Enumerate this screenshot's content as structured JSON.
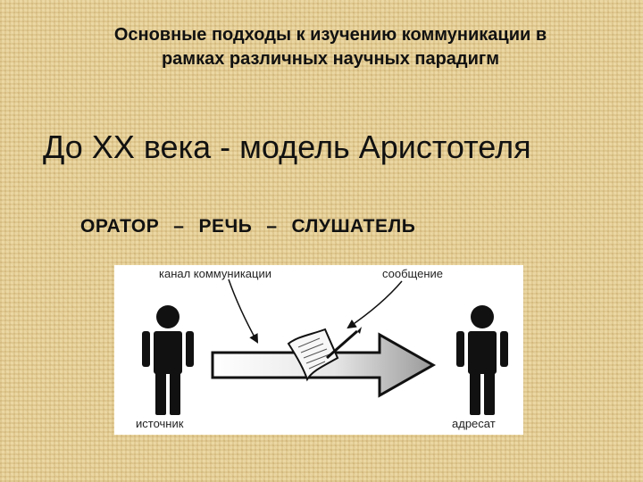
{
  "slide": {
    "title_line1": "Основные подходы к изучению коммуникации в",
    "title_line2": "рамках различных научных парадигм",
    "heading": "До XX века - модель Аристотеля",
    "chain": {
      "orator": "ОРАТОР",
      "sep1": "–",
      "speech": "РЕЧЬ",
      "sep2": "–",
      "listener": "СЛУШАТЕЛЬ"
    }
  },
  "diagram": {
    "label_channel": "канал коммуникации",
    "label_message": "сообщение",
    "label_source": "источник",
    "label_receiver": "адресат"
  },
  "colors": {
    "background": "#e6cf96",
    "figure": "#111111",
    "arrow_gradient_start": "#ffffff",
    "arrow_gradient_end": "#9a9a9a"
  }
}
